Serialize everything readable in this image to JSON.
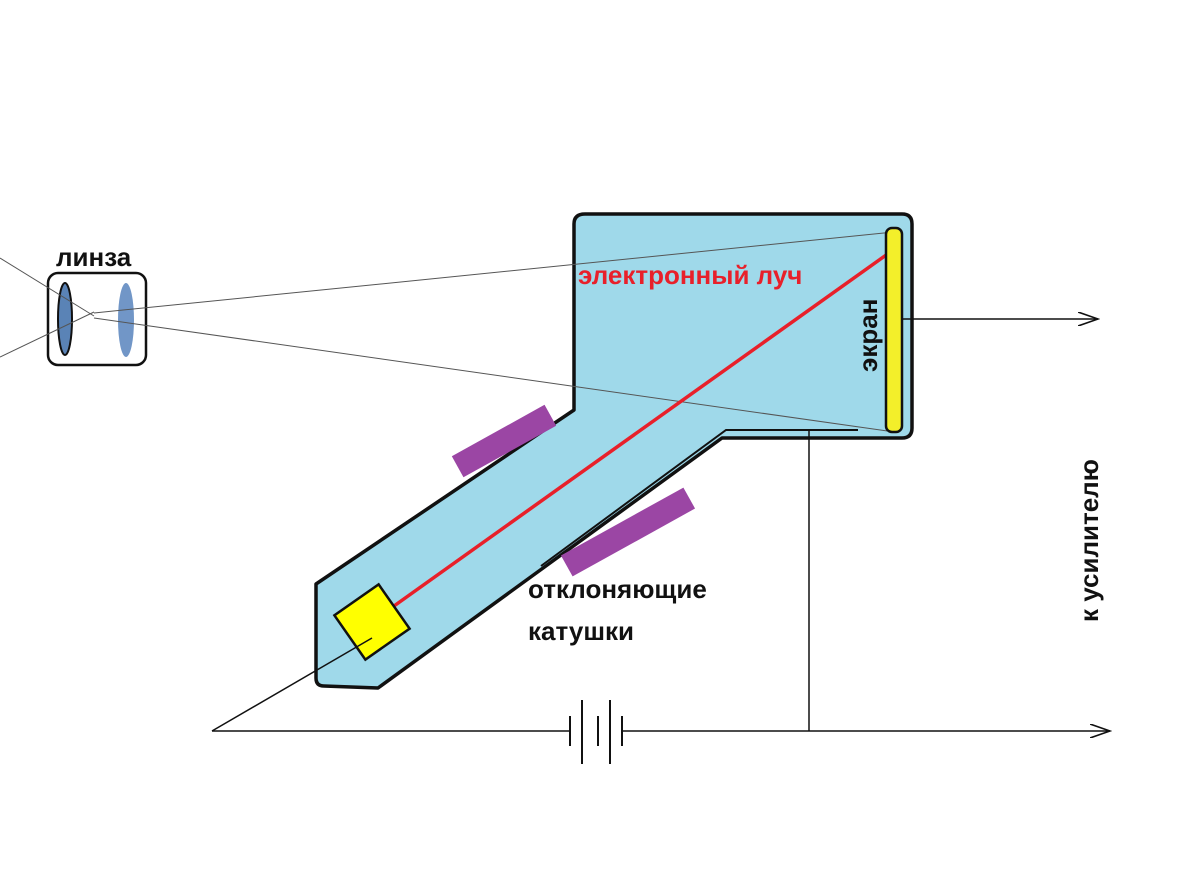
{
  "labels": {
    "lens": "линза",
    "electron_beam": "электронный луч",
    "screen": "экран",
    "deflecting_coils_line1": "отклоняющие",
    "deflecting_coils_line2": "катушки",
    "to_amplifier": "к усилителю"
  },
  "colors": {
    "tube_fill": "#9fd9ea",
    "beam": "#e8202a",
    "screen_fill": "#f3ef2a",
    "cathode_fill": "#ffff00",
    "coil_fill": "#9b46a4",
    "lens_front": "#5a83b6",
    "lens_back": "#7196c7",
    "label_beam_color": "#e8202a",
    "wire": "#111111"
  }
}
